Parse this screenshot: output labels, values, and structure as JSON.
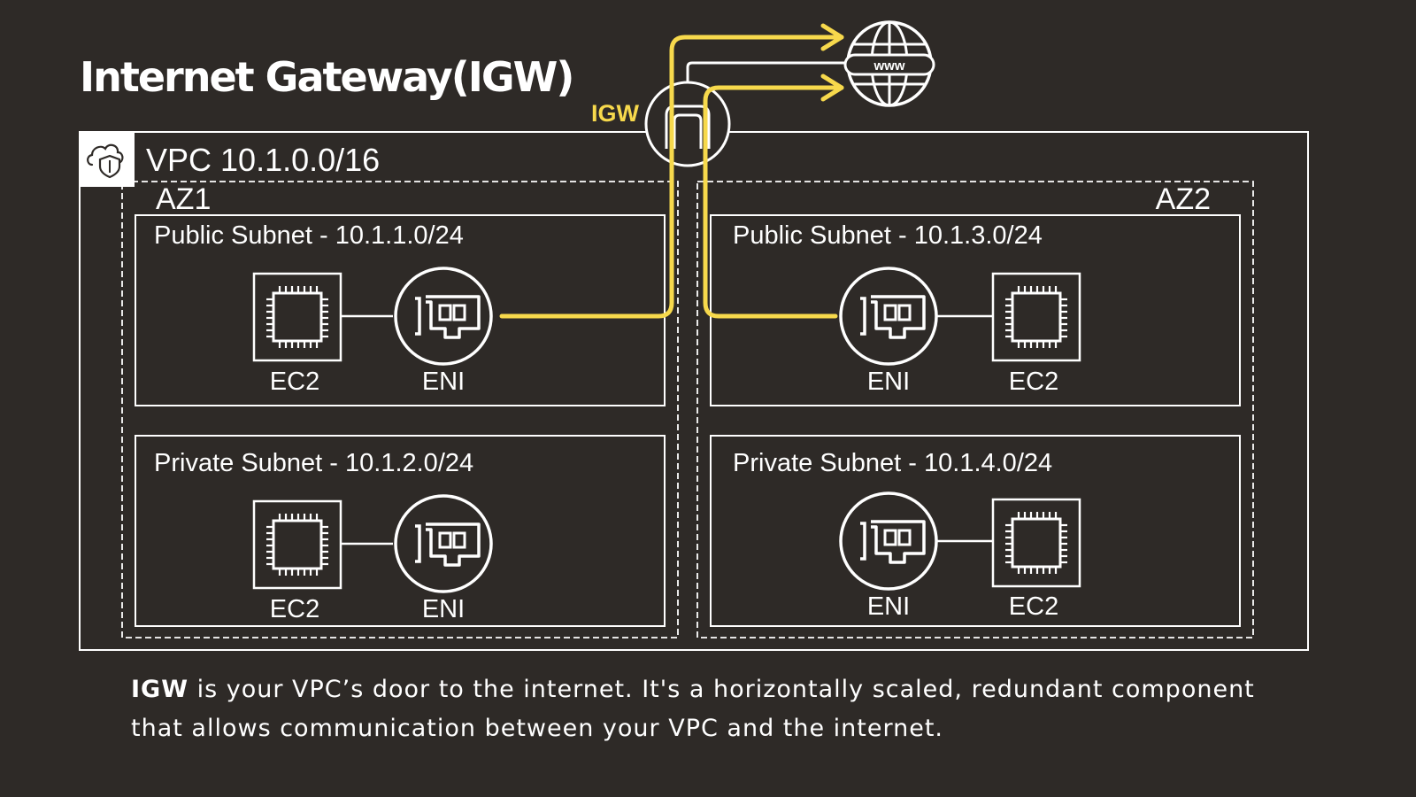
{
  "title": "Internet Gateway(IGW)",
  "igw_label": "IGW",
  "internet_icon_text": "www",
  "vpc": {
    "label": "VPC 10.1.0.0/16"
  },
  "az1": {
    "label": "AZ1",
    "public_subnet": {
      "label": "Public Subnet - 10.1.1.0/24",
      "ec2_label": "EC2",
      "eni_label": "ENI"
    },
    "private_subnet": {
      "label": "Private Subnet - 10.1.2.0/24",
      "ec2_label": "EC2",
      "eni_label": "ENI"
    }
  },
  "az2": {
    "label": "AZ2",
    "public_subnet": {
      "label": "Public Subnet - 10.1.3.0/24",
      "ec2_label": "EC2",
      "eni_label": "ENI"
    },
    "private_subnet": {
      "label": "Private Subnet - 10.1.4.0/24",
      "ec2_label": "EC2",
      "eni_label": "ENI"
    }
  },
  "caption": {
    "bold": "IGW",
    "text": " is your VPC’s door to the internet. It's a horizontally scaled, redundant component that allows communication between your VPC and the internet."
  },
  "colors": {
    "background": "#2e2a27",
    "accent": "#f7d94c",
    "line": "#ffffff"
  },
  "icons": [
    "cloud-shield-icon",
    "globe-icon",
    "igw-icon",
    "ec2-chip-icon",
    "eni-card-icon"
  ]
}
